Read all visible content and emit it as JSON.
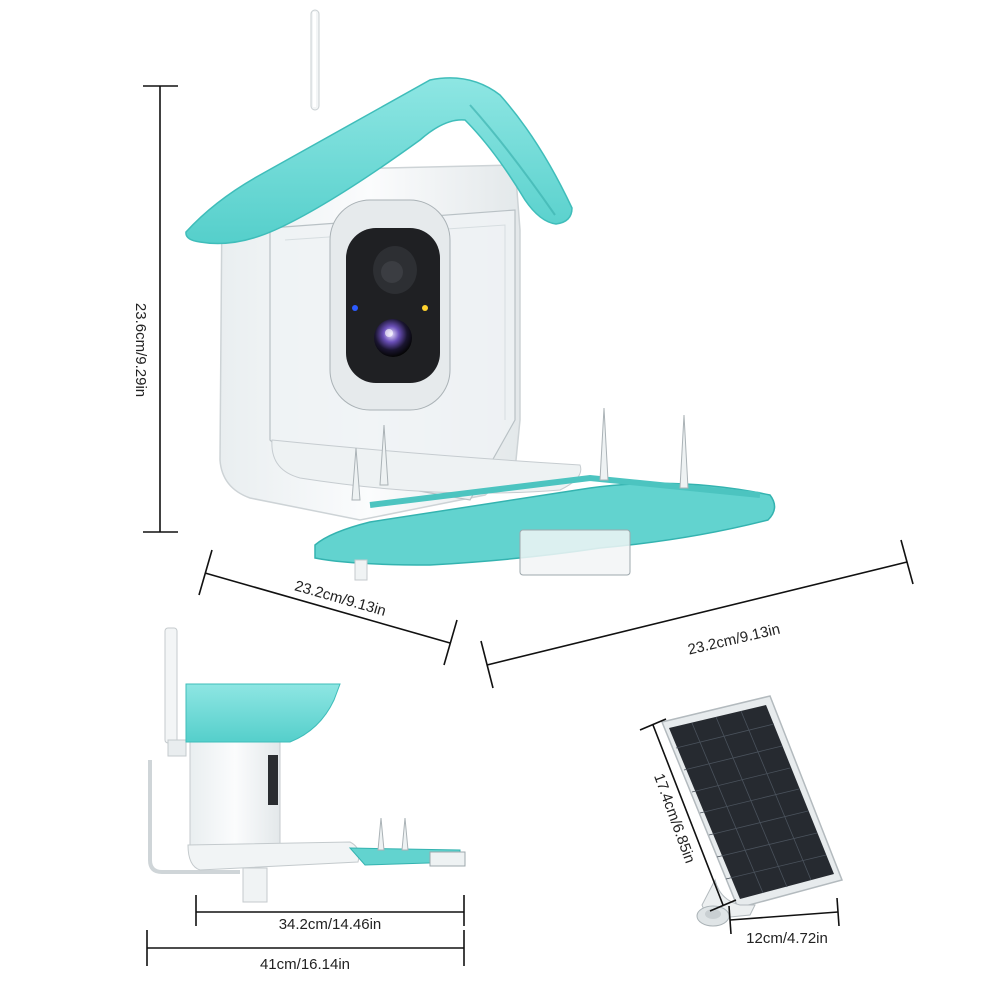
{
  "colors": {
    "roof": "#6ED9D6",
    "roof_dark": "#3FBDBA",
    "body": "#F4F6F7",
    "camera": "#1E1F22",
    "panel": "#22262C",
    "dim_line": "#111111"
  },
  "dimensions": {
    "height": "23.6cm/9.29in",
    "depth": "23.2cm/9.13in",
    "width": "23.2cm/9.13in",
    "side_depth": "34.2cm/14.46in",
    "side_total": "41cm/16.14in",
    "solar_height": "17.4cm/6.85in",
    "solar_width": "12cm/4.72in"
  },
  "products": {
    "main": "bird-feeder-camera-front",
    "side": "bird-feeder-side-view",
    "solar": "solar-panel"
  }
}
